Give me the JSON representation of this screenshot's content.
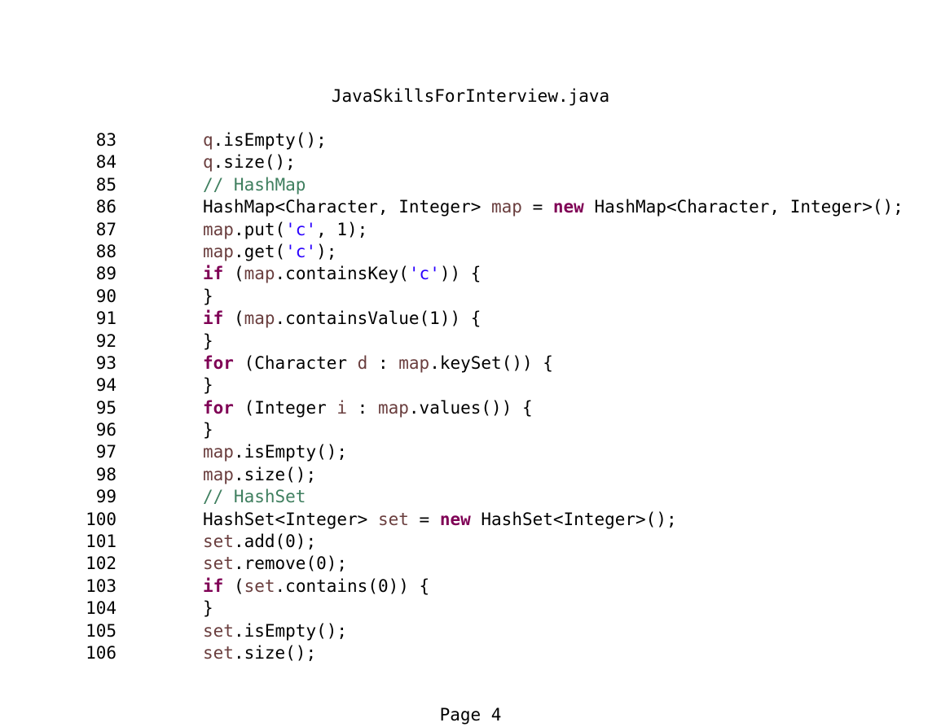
{
  "document": {
    "title": "JavaSkillsForInterview.java",
    "footer": "Page 4",
    "colors": {
      "keyword": "#7f0055",
      "variable": "#6a3e3e",
      "string": "#2a00ff",
      "comment": "#3f7f5f",
      "plain": "#000000"
    }
  },
  "lines": [
    {
      "num": "83",
      "tokens": [
        {
          "t": "q",
          "c": "var"
        },
        {
          "t": ".isEmpty();",
          "c": "pl"
        }
      ]
    },
    {
      "num": "84",
      "tokens": [
        {
          "t": "q",
          "c": "var"
        },
        {
          "t": ".size();",
          "c": "pl"
        }
      ]
    },
    {
      "num": "85",
      "tokens": [
        {
          "t": "// HashMap",
          "c": "cm"
        }
      ]
    },
    {
      "num": "86",
      "tokens": [
        {
          "t": "HashMap<Character, Integer> ",
          "c": "pl"
        },
        {
          "t": "map",
          "c": "var"
        },
        {
          "t": " = ",
          "c": "pl"
        },
        {
          "t": "new",
          "c": "kw"
        },
        {
          "t": " HashMap<Character, Integer>();",
          "c": "pl"
        }
      ]
    },
    {
      "num": "87",
      "tokens": [
        {
          "t": "map",
          "c": "var"
        },
        {
          "t": ".put(",
          "c": "pl"
        },
        {
          "t": "'c'",
          "c": "str"
        },
        {
          "t": ", 1);",
          "c": "pl"
        }
      ]
    },
    {
      "num": "88",
      "tokens": [
        {
          "t": "map",
          "c": "var"
        },
        {
          "t": ".get(",
          "c": "pl"
        },
        {
          "t": "'c'",
          "c": "str"
        },
        {
          "t": ");",
          "c": "pl"
        }
      ]
    },
    {
      "num": "89",
      "tokens": [
        {
          "t": "if",
          "c": "kw"
        },
        {
          "t": " (",
          "c": "pl"
        },
        {
          "t": "map",
          "c": "var"
        },
        {
          "t": ".containsKey(",
          "c": "pl"
        },
        {
          "t": "'c'",
          "c": "str"
        },
        {
          "t": ")) {",
          "c": "pl"
        }
      ]
    },
    {
      "num": "90",
      "tokens": [
        {
          "t": "}",
          "c": "pl"
        }
      ]
    },
    {
      "num": "91",
      "tokens": [
        {
          "t": "if",
          "c": "kw"
        },
        {
          "t": " (",
          "c": "pl"
        },
        {
          "t": "map",
          "c": "var"
        },
        {
          "t": ".containsValue(1)) {",
          "c": "pl"
        }
      ]
    },
    {
      "num": "92",
      "tokens": [
        {
          "t": "}",
          "c": "pl"
        }
      ]
    },
    {
      "num": "93",
      "tokens": [
        {
          "t": "for",
          "c": "kw"
        },
        {
          "t": " (Character ",
          "c": "pl"
        },
        {
          "t": "d",
          "c": "var"
        },
        {
          "t": " : ",
          "c": "pl"
        },
        {
          "t": "map",
          "c": "var"
        },
        {
          "t": ".keySet()) {",
          "c": "pl"
        }
      ]
    },
    {
      "num": "94",
      "tokens": [
        {
          "t": "}",
          "c": "pl"
        }
      ]
    },
    {
      "num": "95",
      "tokens": [
        {
          "t": "for",
          "c": "kw"
        },
        {
          "t": " (Integer ",
          "c": "pl"
        },
        {
          "t": "i",
          "c": "var"
        },
        {
          "t": " : ",
          "c": "pl"
        },
        {
          "t": "map",
          "c": "var"
        },
        {
          "t": ".values()) {",
          "c": "pl"
        }
      ]
    },
    {
      "num": "96",
      "tokens": [
        {
          "t": "}",
          "c": "pl"
        }
      ]
    },
    {
      "num": "97",
      "tokens": [
        {
          "t": "map",
          "c": "var"
        },
        {
          "t": ".isEmpty();",
          "c": "pl"
        }
      ]
    },
    {
      "num": "98",
      "tokens": [
        {
          "t": "map",
          "c": "var"
        },
        {
          "t": ".size();",
          "c": "pl"
        }
      ]
    },
    {
      "num": "99",
      "tokens": [
        {
          "t": "// HashSet",
          "c": "cm"
        }
      ]
    },
    {
      "num": "100",
      "tokens": [
        {
          "t": "HashSet<Integer> ",
          "c": "pl"
        },
        {
          "t": "set",
          "c": "var"
        },
        {
          "t": " = ",
          "c": "pl"
        },
        {
          "t": "new",
          "c": "kw"
        },
        {
          "t": " HashSet<Integer>();",
          "c": "pl"
        }
      ]
    },
    {
      "num": "101",
      "tokens": [
        {
          "t": "set",
          "c": "var"
        },
        {
          "t": ".add(0);",
          "c": "pl"
        }
      ]
    },
    {
      "num": "102",
      "tokens": [
        {
          "t": "set",
          "c": "var"
        },
        {
          "t": ".remove(0);",
          "c": "pl"
        }
      ]
    },
    {
      "num": "103",
      "tokens": [
        {
          "t": "if",
          "c": "kw"
        },
        {
          "t": " (",
          "c": "pl"
        },
        {
          "t": "set",
          "c": "var"
        },
        {
          "t": ".contains(0)) {",
          "c": "pl"
        }
      ]
    },
    {
      "num": "104",
      "tokens": [
        {
          "t": "}",
          "c": "pl"
        }
      ]
    },
    {
      "num": "105",
      "tokens": [
        {
          "t": "set",
          "c": "var"
        },
        {
          "t": ".isEmpty();",
          "c": "pl"
        }
      ]
    },
    {
      "num": "106",
      "tokens": [
        {
          "t": "set",
          "c": "var"
        },
        {
          "t": ".size();",
          "c": "pl"
        }
      ]
    }
  ]
}
